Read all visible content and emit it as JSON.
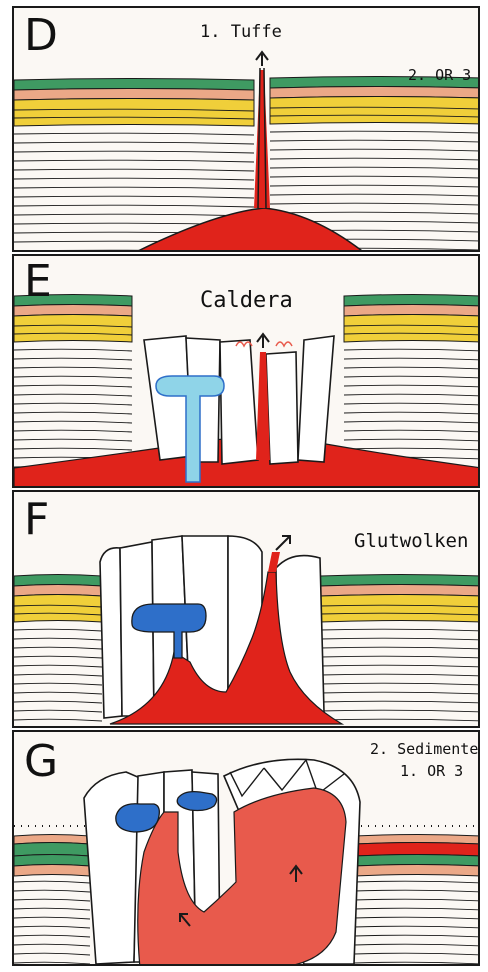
{
  "panels": [
    {
      "letter": "D",
      "labels": [
        "1. Tuffe",
        "2. OR 3"
      ]
    },
    {
      "letter": "E",
      "labels": [
        "Caldera"
      ]
    },
    {
      "letter": "F",
      "labels": [
        "Glutwolken"
      ]
    },
    {
      "letter": "G",
      "labels": [
        "2. Sedimente",
        "1. OR 3"
      ]
    }
  ],
  "colors": {
    "magma": "#e0231b",
    "magma_light": "#e85a4c",
    "intrusion": "#2e6fc9",
    "intrusion_light": "#8fd4e8",
    "green": "#3f9a62",
    "salmon": "#eba887",
    "yellow": "#f0cf3a",
    "frame": "#1a1a1a"
  }
}
